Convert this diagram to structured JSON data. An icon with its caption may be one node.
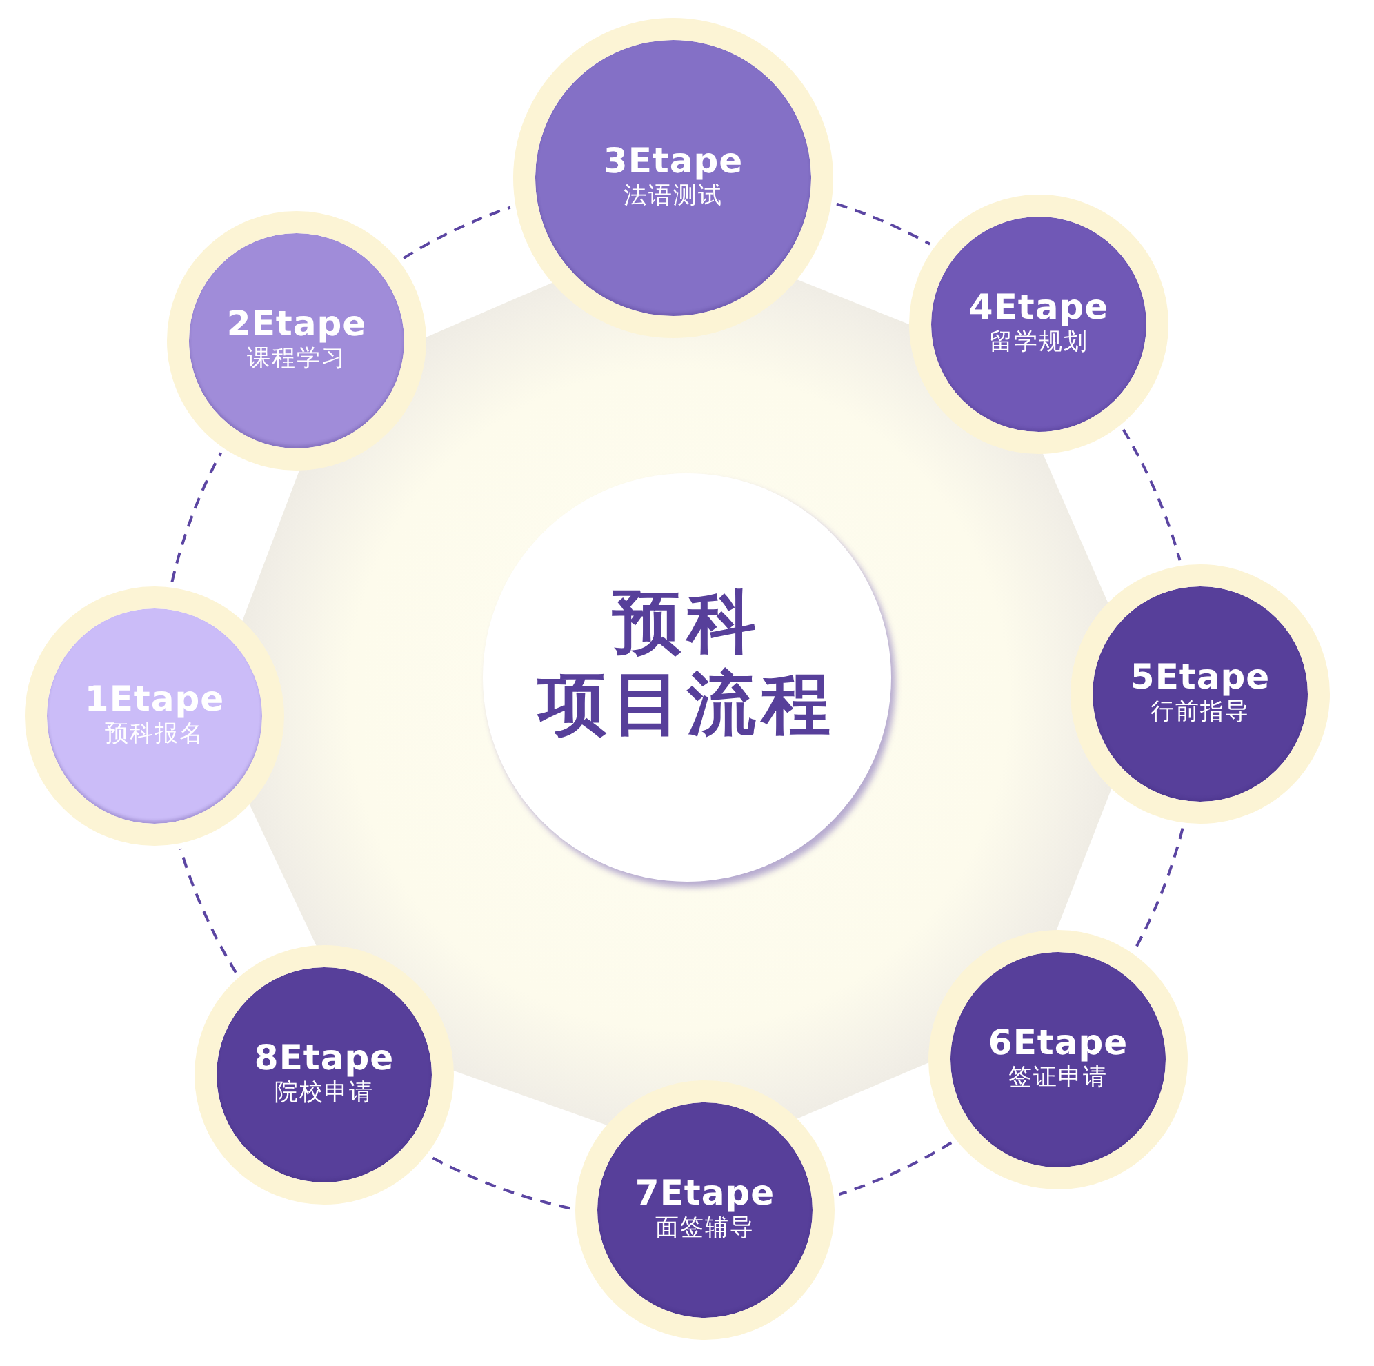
{
  "diagram": {
    "nodes": [
      {
        "text": [
          "1Etape",
          "预科报名"
        ]
      },
      {
        "text": [
          "2Etape",
          "课程学习"
        ]
      },
      {
        "text": [
          "3Etape",
          "法语测试"
        ]
      },
      {
        "text": [
          "4Etape",
          "留学规划"
        ]
      },
      {
        "text": [
          "5Etape",
          "行前指导"
        ]
      },
      {
        "text": [
          "6Etape",
          "签证申请"
        ]
      },
      {
        "text": [
          "7Etape",
          "面签辅导"
        ]
      },
      {
        "text": [
          "8Etape",
          "院校申请"
        ]
      },
      {
        "text": [
          "预科项目流程"
        ]
      }
    ],
    "edges": [
      {
        "from": 0,
        "to": 1,
        "arrow": "none",
        "style": "dashed"
      },
      {
        "from": 1,
        "to": 2,
        "arrow": "none",
        "style": "dashed"
      },
      {
        "from": 2,
        "to": 3,
        "arrow": "none",
        "style": "dashed"
      },
      {
        "from": 3,
        "to": 4,
        "arrow": "none",
        "style": "dashed"
      },
      {
        "from": 4,
        "to": 5,
        "arrow": "none",
        "style": "dashed"
      },
      {
        "from": 5,
        "to": 6,
        "arrow": "none",
        "style": "dashed"
      },
      {
        "from": 6,
        "to": 7,
        "arrow": "none",
        "style": "dashed"
      },
      {
        "from": 7,
        "to": 0,
        "arrow": "none",
        "style": "dashed"
      }
    ]
  }
}
